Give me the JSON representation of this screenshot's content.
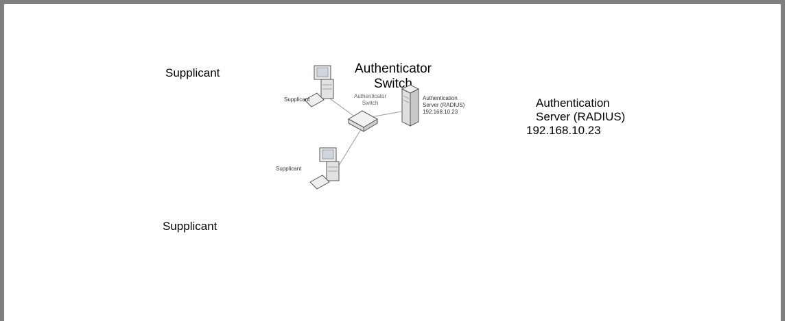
{
  "labels": {
    "supplicant_top": "Supplicant",
    "supplicant_bottom": "Supplicant",
    "authenticator_line1": "Authenticator",
    "authenticator_line2": "Switch",
    "server_line1": "Authentication",
    "server_line2": "Server (RADIUS)",
    "server_line3": "192.168.10.23"
  },
  "diagram_labels": {
    "supplicant_top": "Supplicant",
    "supplicant_bottom": "Supplicant",
    "authenticator_line1": "Authenticator",
    "authenticator_line2": "Switch",
    "server_line1": "Authentication",
    "server_line2": "Server (RADIUS)",
    "server_line3": "192.168.10.23"
  }
}
